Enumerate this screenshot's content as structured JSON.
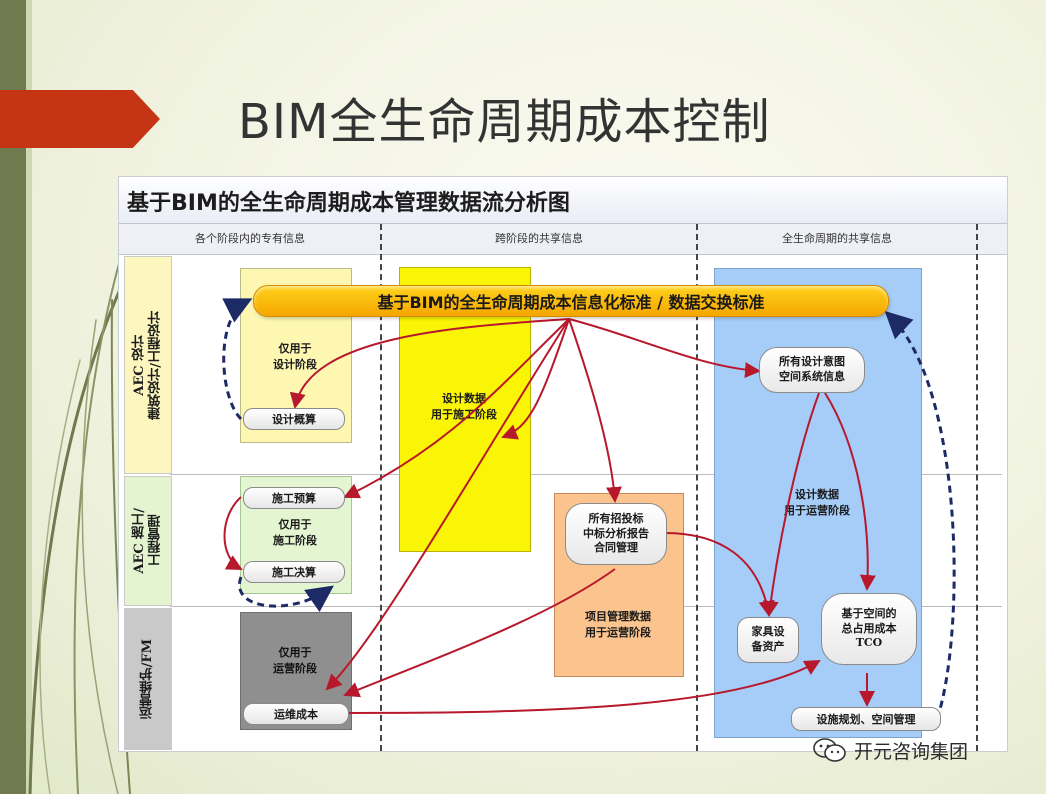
{
  "slide": {
    "title": "BIM全生命周期成本控制"
  },
  "diagram": {
    "title": "基于BIM的全生命周期成本管理数据流分析图",
    "columns": [
      "各个阶段内的专有信息",
      "跨阶段的共享信息",
      "全生命周期的共享信息"
    ],
    "rows": [
      "AEC 设计\n建筑设计/工程设计",
      "AEC 施工/\n工程管理",
      "运营维护/FM"
    ],
    "banner": "基于BIM的全生命周期成本信息化标准 / 数据交换标准",
    "nodes": {
      "design_estimate": "设计概算",
      "construction_budget": "施工预算",
      "construction_settlement": "施工决算",
      "om_cost": "运维成本",
      "bidding_info": "所有招投标\n中标分析报告\n合同管理",
      "design_intent": "所有设计意图\n空间系统信息",
      "furniture_assets": "家具设\n备资产",
      "tco": "基于空间的\n总占用成本\nTCO",
      "facility_planning": "设施规划、空间管理"
    },
    "labels": {
      "design_only": "仅用于\n设计阶段",
      "construction_only": "仅用于\n施工阶段",
      "operation_only": "仅用于\n运营阶段",
      "design_data_construction": "设计数据\n用于施工阶段",
      "project_data_operation": "项目管理数据\n用于运营阶段",
      "design_data_operation": "设计数据\n用于运营阶段"
    },
    "colors": {
      "arrow": "#b8182c",
      "feedback_arrow": "#1c2a66",
      "banner": "#f5b400",
      "column_shared": "#faf504",
      "column_lifecycle": "#a5cdf7",
      "project_block": "#fbc48e"
    }
  },
  "watermark": {
    "icon": "wechat-icon",
    "text": "开元咨询集团"
  }
}
